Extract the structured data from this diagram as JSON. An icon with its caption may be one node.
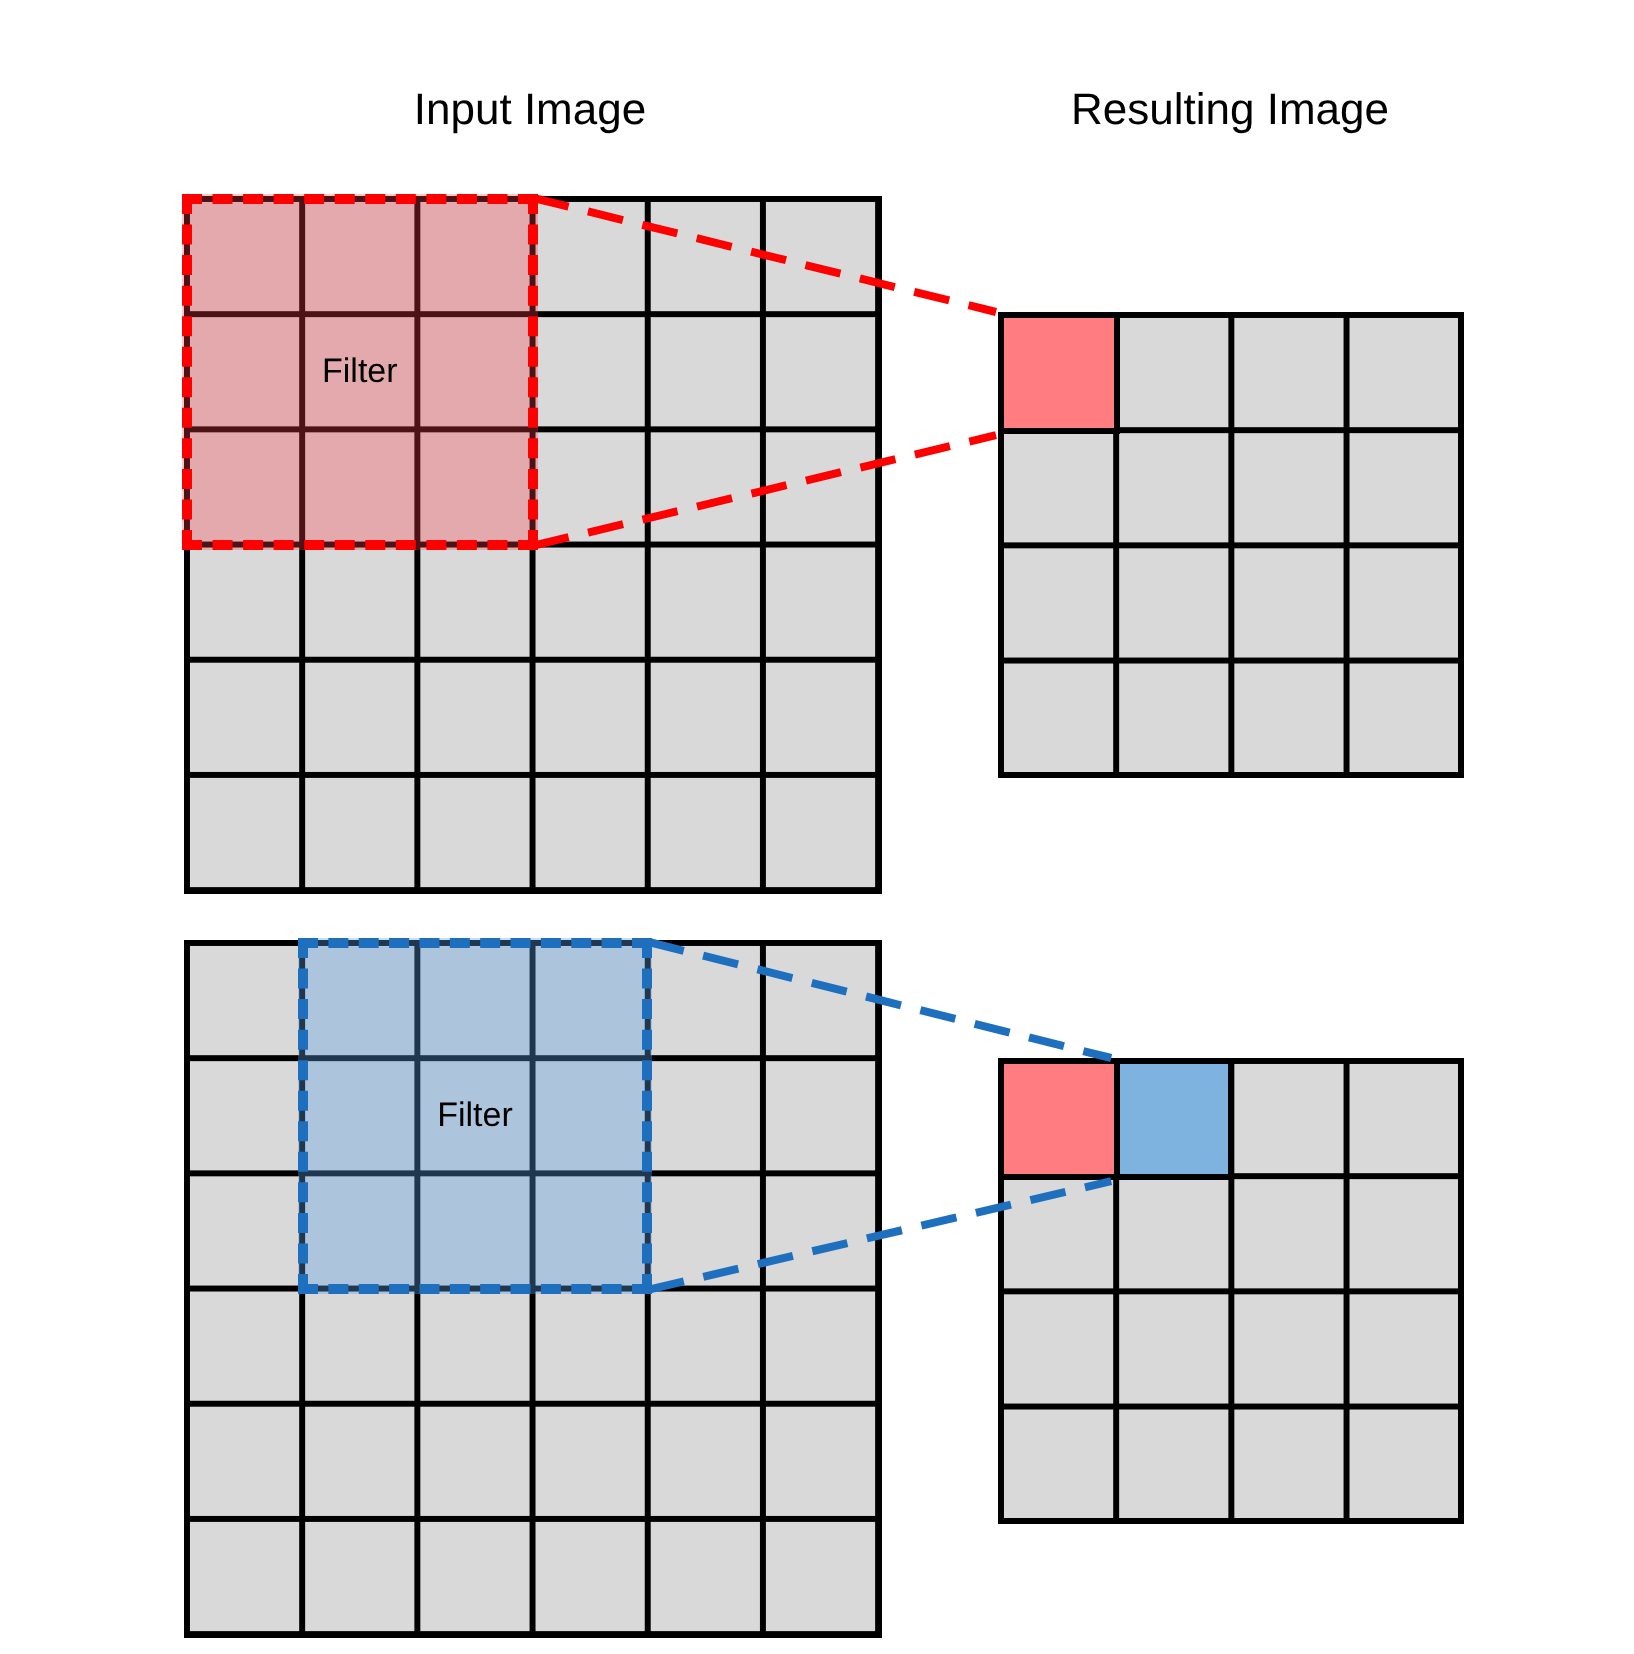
{
  "diagram": {
    "nodes": [
      {
        "text": [],
        "shape": "box"
      },
      {
        "text": [
          "Filter"
        ],
        "in": 0
      },
      {
        "text": [],
        "shape": "box"
      },
      {
        "text": [],
        "shape": "box",
        "in": 2
      },
      {
        "text": [],
        "shape": "box"
      },
      {
        "text": [
          "Filter"
        ],
        "in": 4
      },
      {
        "text": [],
        "shape": "box"
      },
      {
        "text": [],
        "shape": "box",
        "in": 6
      },
      {
        "text": [],
        "shape": "box",
        "in": 6
      }
    ],
    "edges": [
      {
        "from": 1,
        "to": 3,
        "arrow": "none",
        "style": "dashed",
        "color": "#ff0000"
      },
      {
        "from": 1,
        "to": 3,
        "arrow": "none",
        "style": "dashed",
        "color": "#ff0000"
      },
      {
        "from": 5,
        "to": 8,
        "arrow": "none",
        "style": "dashed",
        "color": "#1f6fbf"
      },
      {
        "from": 5,
        "to": 8,
        "arrow": "none",
        "style": "dashed",
        "color": "#1f6fbf"
      }
    ],
    "labels": [
      "Input Image",
      "Resulting Image"
    ]
  }
}
